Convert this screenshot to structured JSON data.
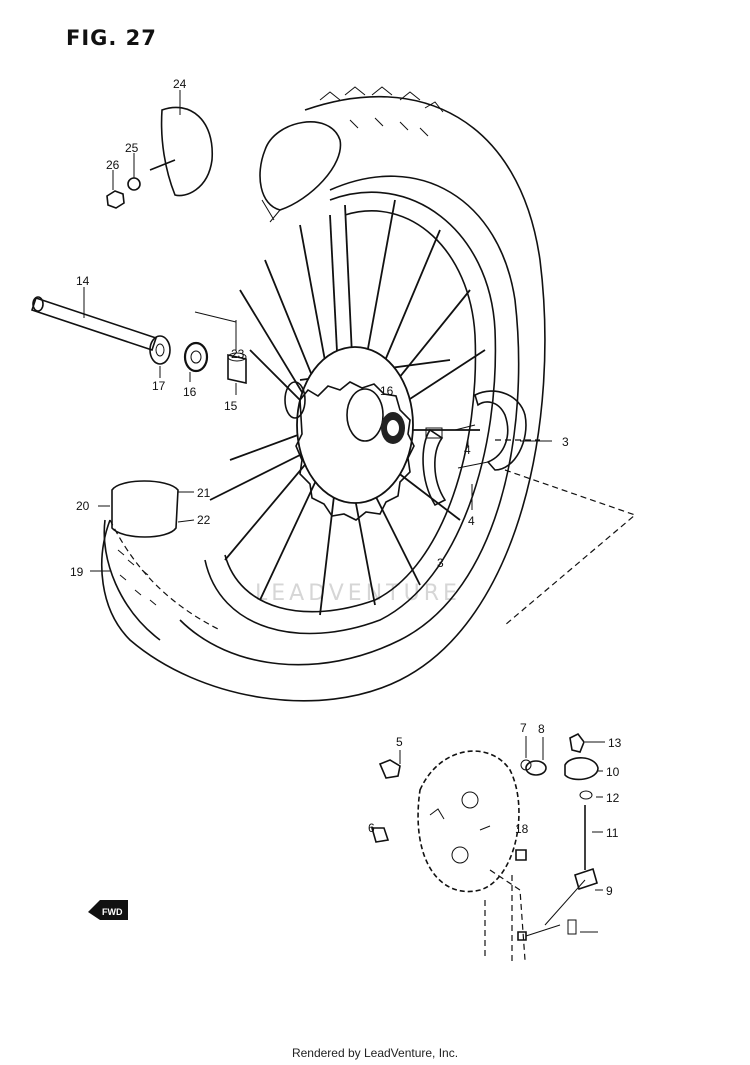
{
  "figure": {
    "title": "FIG. 27"
  },
  "watermark": {
    "text": "LEADVENTURE"
  },
  "footer": {
    "text": "Rendered by LeadVenture, Inc."
  },
  "part_labels": {
    "p3a": "3",
    "p3b": "3",
    "p4a": "4",
    "p4b": "4",
    "p5": "5",
    "p6": "6",
    "p7": "7",
    "p8": "8",
    "p9": "9",
    "p10": "10",
    "p11": "11",
    "p12": "12",
    "p13": "13",
    "p14": "14",
    "p15": "15",
    "p16a": "16",
    "p16b": "16",
    "p17": "17",
    "p18": "18",
    "p19": "19",
    "p20": "20",
    "p21": "21",
    "p22": "22",
    "p23": "23",
    "p24": "24",
    "p25": "25",
    "p26": "26"
  },
  "front_marker": {
    "text": "FWD"
  }
}
